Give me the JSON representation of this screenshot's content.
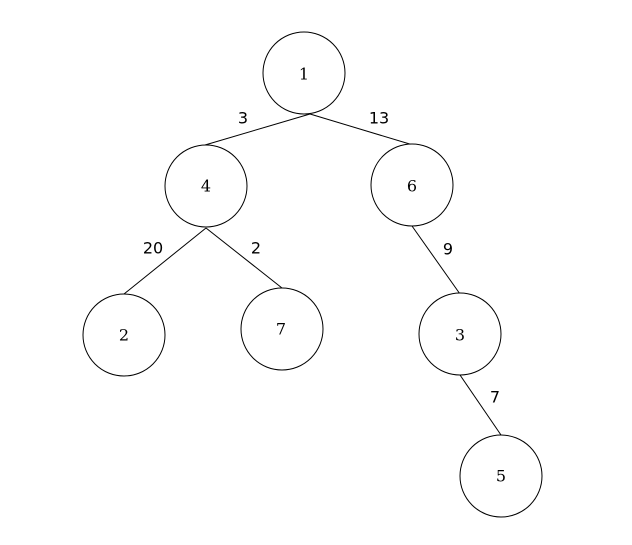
{
  "tree": {
    "nodes": [
      {
        "id": "n1",
        "label": "1"
      },
      {
        "id": "n4",
        "label": "4"
      },
      {
        "id": "n6",
        "label": "6"
      },
      {
        "id": "n2",
        "label": "2"
      },
      {
        "id": "n7",
        "label": "7"
      },
      {
        "id": "n3",
        "label": "3"
      },
      {
        "id": "n5",
        "label": "5"
      }
    ],
    "edges": [
      {
        "from": "n1",
        "to": "n4",
        "weight": "3"
      },
      {
        "from": "n1",
        "to": "n6",
        "weight": "13"
      },
      {
        "from": "n4",
        "to": "n2",
        "weight": "20"
      },
      {
        "from": "n4",
        "to": "n7",
        "weight": "2"
      },
      {
        "from": "n6",
        "to": "n3",
        "weight": "9"
      },
      {
        "from": "n3",
        "to": "n5",
        "weight": "7"
      }
    ]
  },
  "colors": {
    "stroke": "#000000",
    "background": "#ffffff"
  }
}
